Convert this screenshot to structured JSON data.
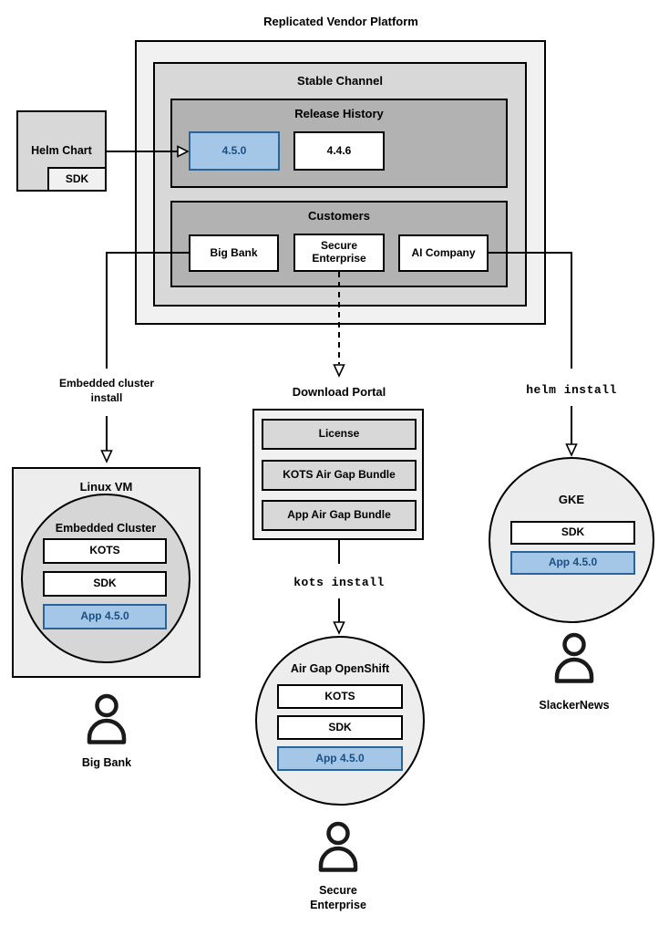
{
  "title": "Replicated Vendor Platform",
  "colors": {
    "highlight_fill": "#a4c7e8",
    "highlight_border": "#2c6296",
    "highlight_text": "#1b4f82",
    "gray_outer": "#f1f1f1",
    "gray_light": "#d8d8d8",
    "gray_mid": "#b2b2b2"
  },
  "platform": {
    "stable_channel_label": "Stable Channel",
    "release_history": {
      "label": "Release History",
      "releases": [
        "4.5.0",
        "4.4.6"
      ]
    },
    "customers": {
      "label": "Customers",
      "items": [
        "Big Bank",
        "Secure Enterprise",
        "AI Company"
      ]
    }
  },
  "helm_chart": {
    "label": "Helm Chart",
    "sdk_label": "SDK"
  },
  "left_flow": {
    "edge_label": "Embedded cluster install",
    "vm_label": "Linux VM",
    "cluster_label": "Embedded Cluster",
    "components": [
      "KOTS",
      "SDK",
      "App 4.5.0"
    ],
    "persona": "Big Bank"
  },
  "middle_flow": {
    "portal": {
      "label": "Download Portal",
      "items": [
        "License",
        "KOTS Air Gap Bundle",
        "App Air Gap Bundle"
      ]
    },
    "edge_label": "kots install",
    "cluster_label": "Air Gap OpenShift",
    "components": [
      "KOTS",
      "SDK",
      "App 4.5.0"
    ],
    "persona": "Secure Enterprise"
  },
  "right_flow": {
    "edge_label": "helm install",
    "cluster_label": "GKE",
    "components": [
      "SDK",
      "App 4.5.0"
    ],
    "persona": "SlackerNews"
  }
}
